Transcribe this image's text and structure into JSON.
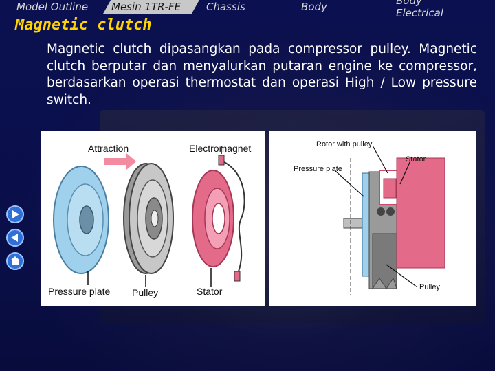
{
  "tabs": [
    {
      "label": "Model Outline"
    },
    {
      "label": "Mesin 1TR-FE"
    },
    {
      "label": "Chassis"
    },
    {
      "label": "Body"
    },
    {
      "label": "Body Electrical",
      "line1": "Body",
      "line2": "Electrical"
    }
  ],
  "active_tab": "Mesin 1TR-FE",
  "page_title": "Magnetic clutch",
  "paragraph": "Magnetic clutch dipasangkan pada compressor pulley. Magnetic clutch berputar dan menyalurkan putaran engine ke compressor, berdasarkan operasi thermostat dan operasi High / Low pressure switch.",
  "figure_left": {
    "labels": {
      "attraction": "Attraction",
      "electromagnet": "Electromagnet",
      "pressure_plate": "Pressure plate",
      "pulley": "Pulley",
      "stator": "Stator"
    }
  },
  "figure_right": {
    "labels": {
      "rotor": "Rotor with pulley",
      "stator": "Stator",
      "pressure_plate": "Pressure plate",
      "pulley": "Pulley"
    }
  },
  "nav": [
    {
      "icon": "arrow-right-icon"
    },
    {
      "icon": "arrow-left-icon"
    },
    {
      "icon": "home-icon"
    }
  ],
  "colors": {
    "background": "#0a0f4a",
    "title": "#ffd400",
    "text": "#ffffff",
    "pressure_plate": "#8fc4e3",
    "stator": "#e86b8c",
    "pulley": "#b0b0b0"
  }
}
